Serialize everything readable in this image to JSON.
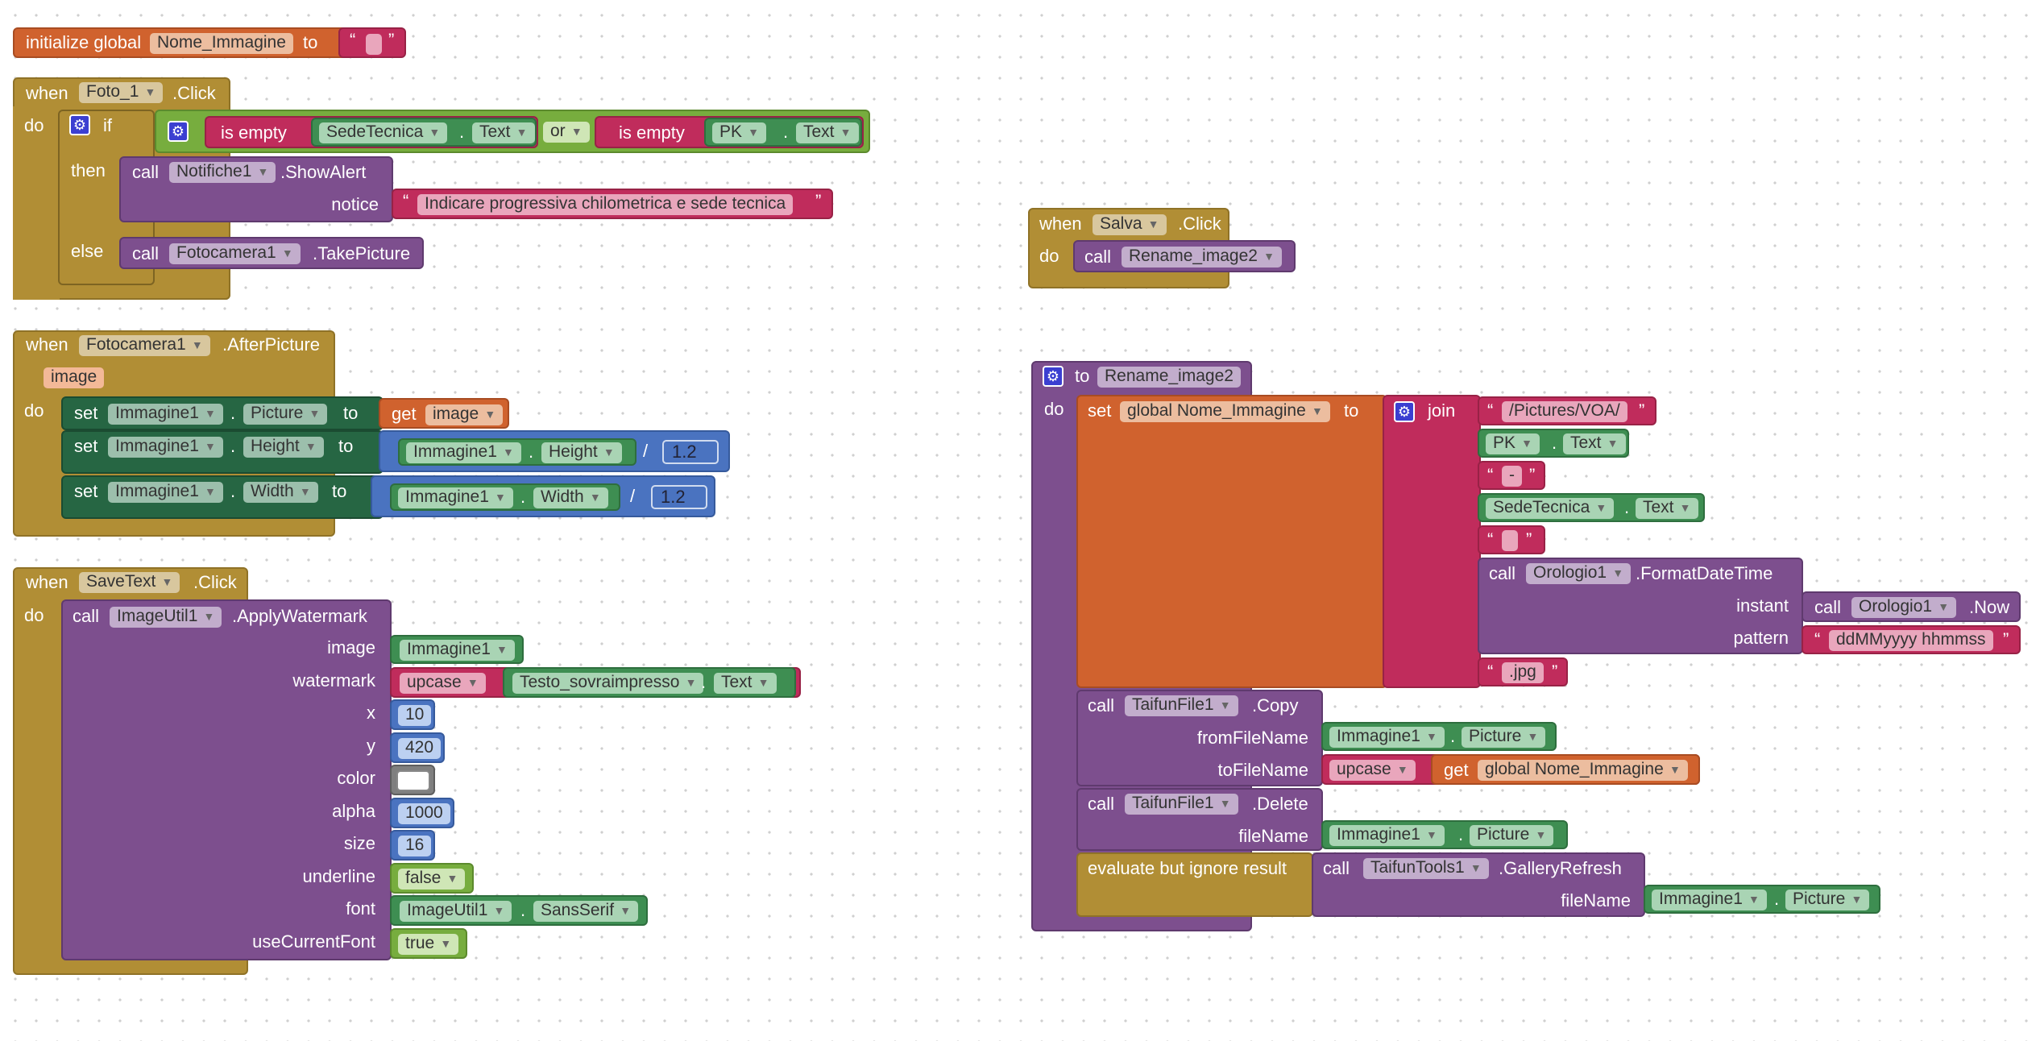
{
  "kw": {
    "initialize_global": "initialize global",
    "to": "to",
    "when": "when",
    "do": "do",
    "if": "if",
    "then": "then",
    "else": "else",
    "call": "call",
    "set": "set",
    "get": "get",
    "is_empty": "is empty",
    "or": "or",
    "dot": ".",
    "div": "/",
    "join": "join",
    "upcase": "upcase",
    "evaluate": "evaluate but ignore result",
    "global_var": "global Nome_Immagine",
    "quote_open": "“",
    "quote_close": "”"
  },
  "init": {
    "var": "Nome_Immagine",
    "value": ""
  },
  "foto": {
    "component": "Foto_1",
    "event": ".Click",
    "cond_left_comp": "SedeTecnica",
    "cond_left_prop": "Text",
    "cond_right_comp": "PK",
    "cond_right_prop": "Text",
    "alert_comp": "Notifiche1",
    "alert_method": ".ShowAlert",
    "notice_label": "notice",
    "notice_text": "Indicare progressiva chilometrica e sede tecnica",
    "camera_comp": "Fotocamera1",
    "camera_method": ".TakePicture"
  },
  "after": {
    "component": "Fotocamera1",
    "event": ".AfterPicture",
    "param": "image",
    "img": "Immagine1",
    "prop_picture": "Picture",
    "prop_height": "Height",
    "prop_width": "Width",
    "get_var": "image",
    "divisor": "1.2"
  },
  "save": {
    "component": "SaveText",
    "event": ".Click",
    "util": "ImageUtil1",
    "method": ".ApplyWatermark",
    "params": {
      "image": "image",
      "watermark": "watermark",
      "x": "x",
      "y": "y",
      "color": "color",
      "alpha": "alpha",
      "size": "size",
      "underline": "underline",
      "font": "font",
      "useCurrentFont": "useCurrentFont"
    },
    "image_val": "Immagine1",
    "wm_comp": "Testo_sovraimpresso",
    "wm_prop": "Text",
    "x_val": "10",
    "y_val": "420",
    "color_hex": "#ffffff",
    "alpha_val": "1000",
    "size_val": "16",
    "underline_val": "false",
    "font_comp": "ImageUtil1",
    "font_prop": "SansSerif",
    "current_font_val": "true"
  },
  "salva": {
    "component": "Salva",
    "event": ".Click",
    "proc": "Rename_image2"
  },
  "proc": {
    "name": "Rename_image2",
    "str_path": "/Pictures/VOA/",
    "pk_comp": "PK",
    "pk_prop": "Text",
    "str_dash": "-",
    "sede_comp": "SedeTecnica",
    "sede_prop": "Text",
    "str_space": "",
    "clock": "Orologio1",
    "format_method": ".FormatDateTime",
    "instant_label": "instant",
    "now_method": ".Now",
    "pattern_label": "pattern",
    "pattern_val": "ddMMyyyy hhmmss",
    "str_ext": ".jpg",
    "file_comp": "TaifunFile1",
    "copy_method": ".Copy",
    "from_label": "fromFileName",
    "to_label": "toFileName",
    "delete_method": ".Delete",
    "filename_label": "fileName",
    "img": "Immagine1",
    "prop_picture": "Picture",
    "tools_comp": "TaifunTools1",
    "refresh_method": ".GalleryRefresh"
  }
}
